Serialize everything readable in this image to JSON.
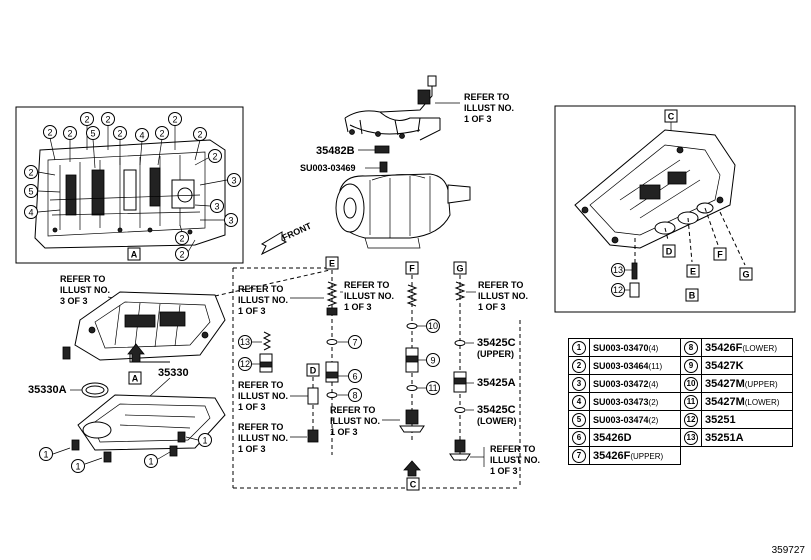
{
  "refer_lines": [
    "REFER TO",
    "ILLUST NO.",
    "1 OF 3"
  ],
  "refer_lines_3of3": [
    "REFER TO",
    "ILLUST NO.",
    "3 OF 3"
  ],
  "front_label": "FRONT",
  "boxes": {
    "A": "A",
    "B": "B",
    "C": "C",
    "D": "D",
    "E": "E",
    "F": "F",
    "G": "G"
  },
  "callouts": {
    "1": "1",
    "2": "2",
    "3": "3",
    "4": "4",
    "5": "5",
    "6": "6",
    "7": "7",
    "8": "8",
    "9": "9",
    "10": "10",
    "11": "11",
    "12": "12",
    "13": "13"
  },
  "parts": {
    "p35482B": "35482B",
    "pSU003_03469": "SU003-03469",
    "p35330": "35330",
    "p35330A": "35330A",
    "p35425C_upper": "35425C",
    "upper_note": "(UPPER)",
    "p35425A": "35425A",
    "p35425C_lower": "35425C",
    "lower_note": "(LOWER)"
  },
  "legend": [
    {
      "l_idx": "1",
      "l_part": "SU003-03470",
      "l_qty": "(4)",
      "r_idx": "8",
      "r_part": "35426F",
      "r_note": "(LOWER)"
    },
    {
      "l_idx": "2",
      "l_part": "SU003-03464",
      "l_qty": "(11)",
      "r_idx": "9",
      "r_part": "35427K",
      "r_note": ""
    },
    {
      "l_idx": "3",
      "l_part": "SU003-03472",
      "l_qty": "(4)",
      "r_idx": "10",
      "r_part": "35427M",
      "r_note": "(UPPER)"
    },
    {
      "l_idx": "4",
      "l_part": "SU003-03473",
      "l_qty": "(2)",
      "r_idx": "11",
      "r_part": "35427M",
      "r_note": "(LOWER)"
    },
    {
      "l_idx": "5",
      "l_part": "SU003-03474",
      "l_qty": "(2)",
      "r_idx": "12",
      "r_part": "35251",
      "r_note": ""
    },
    {
      "l_idx": "6",
      "l_part": "35426D",
      "l_qty": "",
      "r_idx": "13",
      "r_part": "35251A",
      "r_note": ""
    },
    {
      "l_idx": "7",
      "l_part": "35426F",
      "l_qty": "(UPPER)",
      "r_idx": "",
      "r_part": "",
      "r_note": ""
    }
  ],
  "footer_id": "359727"
}
